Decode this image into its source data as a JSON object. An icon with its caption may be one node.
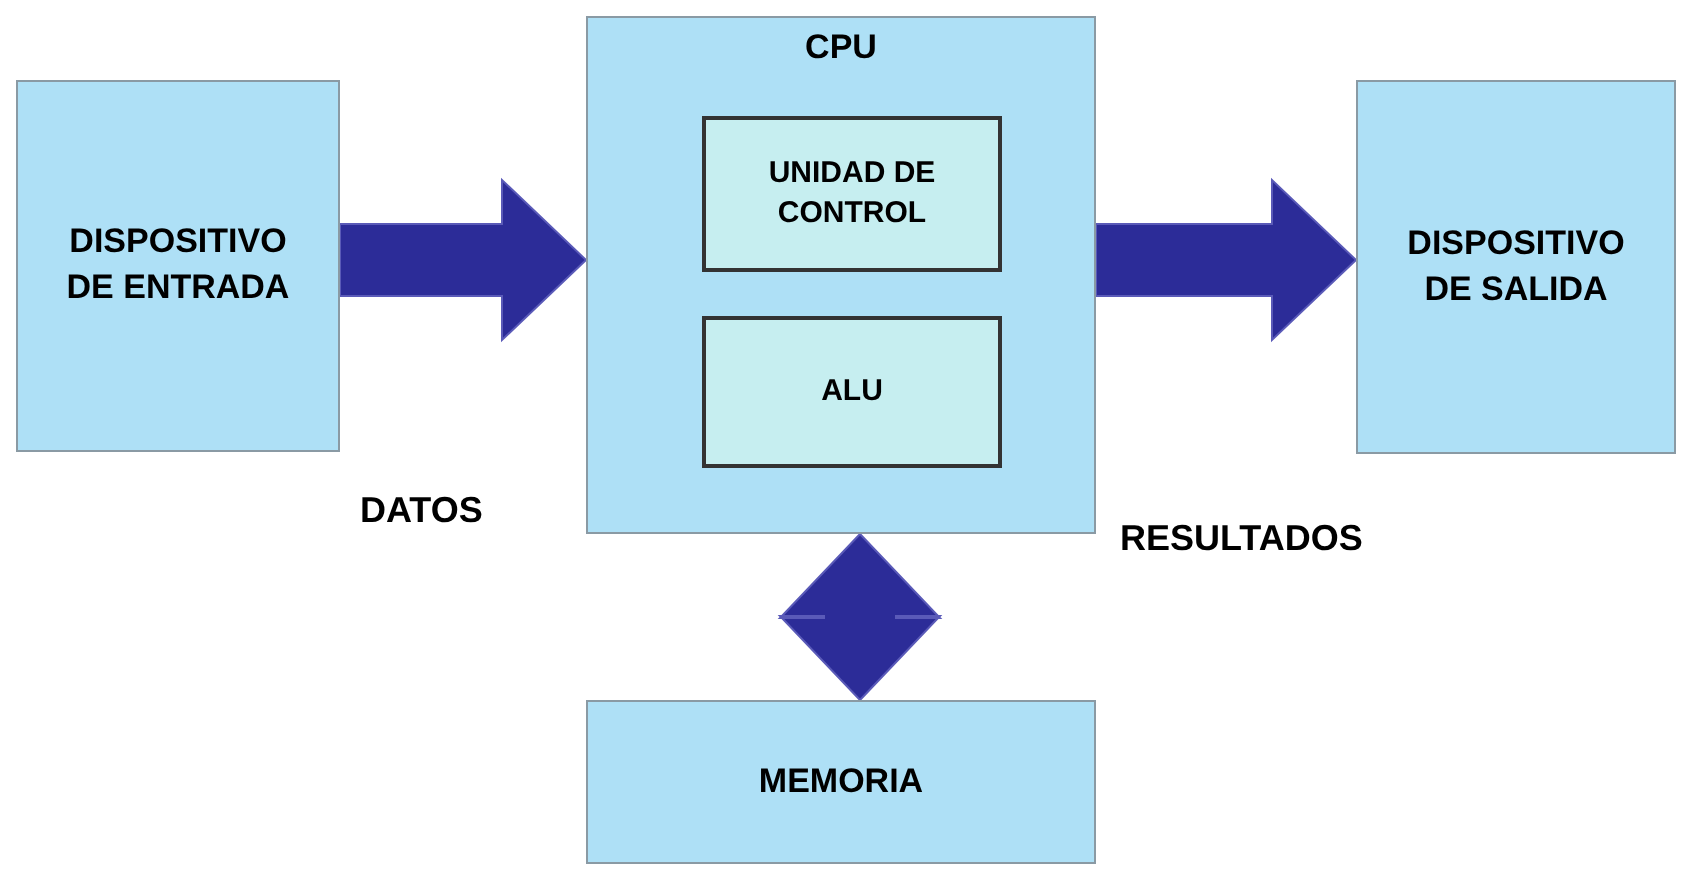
{
  "diagram": {
    "nodes": [
      {
        "text": [
          "DISPOSITIVO DE ENTRADA"
        ]
      },
      {
        "text": [
          "CPU"
        ]
      },
      {
        "text": [
          "UNIDAD DE CONTROL"
        ],
        "in": 1
      },
      {
        "text": [
          "ALU"
        ],
        "in": 1
      },
      {
        "text": [
          "DISPOSITIVO DE SALIDA"
        ]
      },
      {
        "text": [
          "MEMORIA"
        ]
      }
    ],
    "edges": [
      {
        "from": 0,
        "to": 1,
        "arrow": "to"
      },
      {
        "from": 1,
        "to": 4,
        "arrow": "to"
      },
      {
        "from": 1,
        "to": 5,
        "arrow": "both"
      }
    ],
    "labels": [
      "DATOS",
      "RESULTADOS"
    ]
  }
}
